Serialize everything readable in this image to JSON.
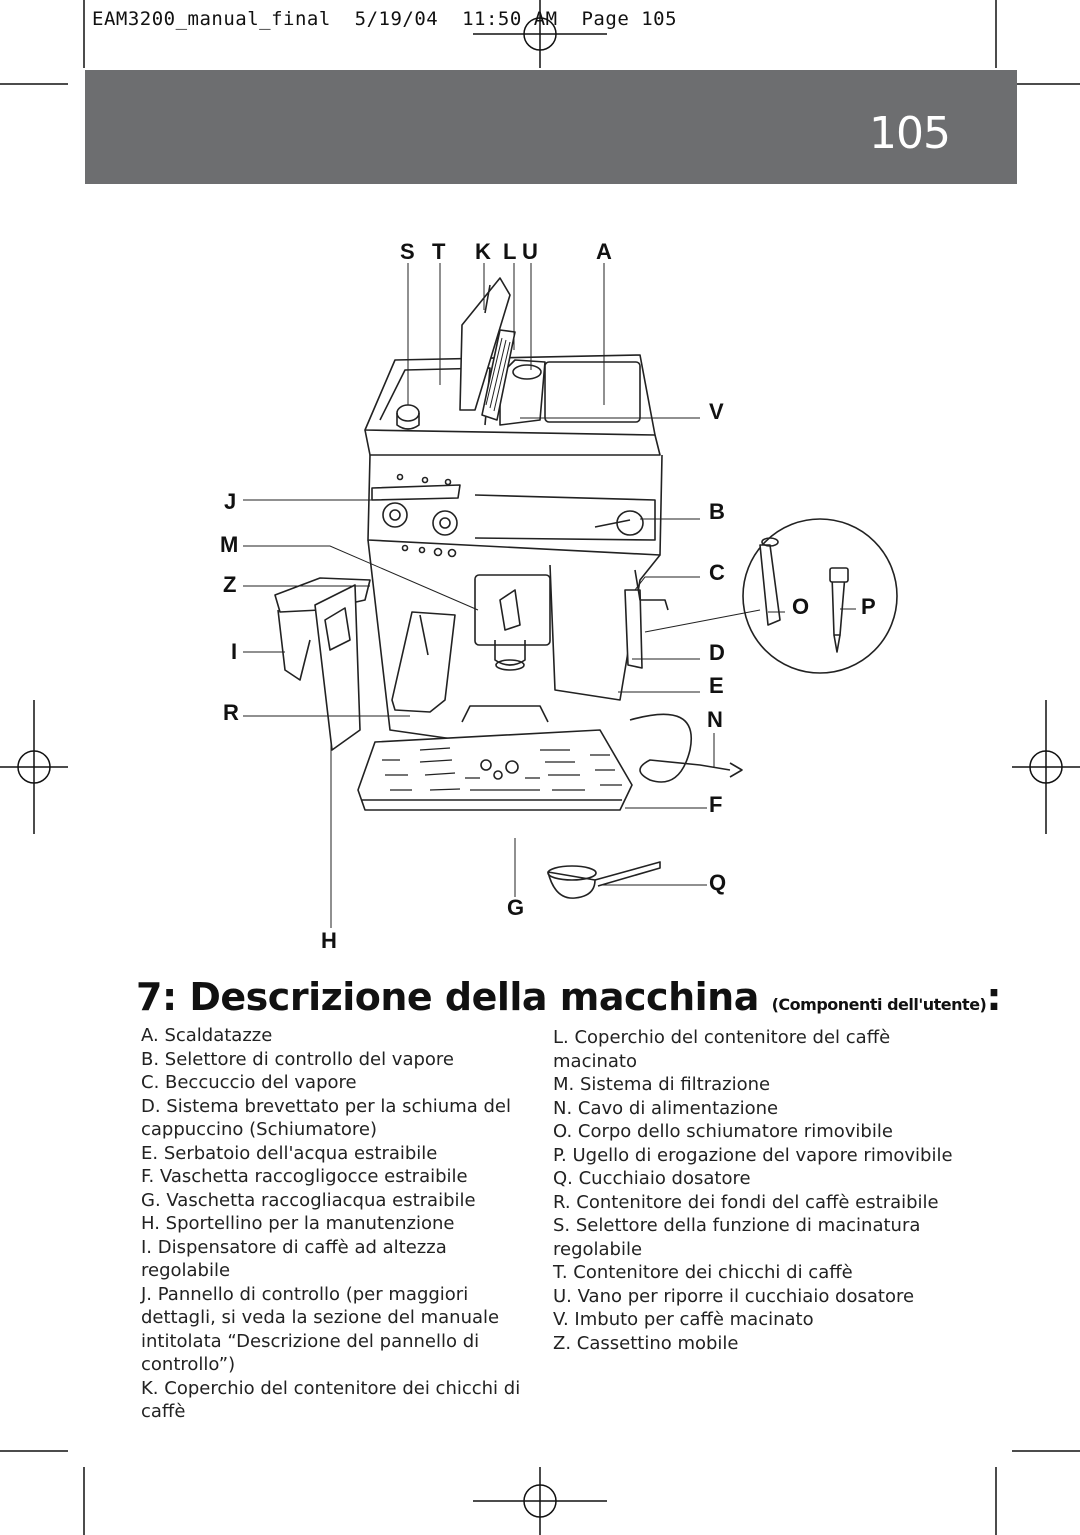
{
  "header": {
    "print_slug": "EAM3200_manual_final  5/19/04  11:50 AM  Page 105",
    "page_number": "105"
  },
  "diagram": {
    "callouts": {
      "S": "S",
      "T": "T",
      "K": "K",
      "L": "L",
      "U": "U",
      "A": "A",
      "V": "V",
      "J": "J",
      "B": "B",
      "M": "M",
      "C": "C",
      "Z": "Z",
      "O": "O",
      "P": "P",
      "I": "I",
      "D": "D",
      "E": "E",
      "R": "R",
      "N": "N",
      "F": "F",
      "Q": "Q",
      "G": "G",
      "H": "H"
    }
  },
  "section": {
    "title": "7: Descrizione della macchina",
    "subtitle": "(Componenti dell'utente)",
    "colon": ":"
  },
  "components_left": [
    "A. Scaldatazze",
    "B. Selettore di controllo del vapore",
    "C. Beccuccio del vapore",
    "D. Sistema brevettato per la schiuma del cappuccino (Schiumatore)",
    "E. Serbatoio dell'acqua estraibile",
    "F. Vaschetta raccogligocce estraibile",
    "G. Vaschetta raccogliacqua estraibile",
    "H. Sportellino per la manutenzione",
    "I. Dispensatore di caffè ad altezza regolabile",
    "J. Pannello di controllo (per maggiori dettagli, si veda la sezione del manuale intitolata “Descrizione del pannello di controllo”)",
    "K. Coperchio del contenitore dei chicchi di caffè"
  ],
  "components_right": [
    "L. Coperchio del contenitore del caffè macinato",
    "M. Sistema di filtrazione",
    "N. Cavo di alimentazione",
    "O. Corpo dello schiumatore rimovibile",
    "P. Ugello di erogazione del vapore rimovibile",
    "Q. Cucchiaio dosatore",
    "R. Contenitore dei fondi del caffè estraibile",
    "S. Selettore della funzione di macinatura regolabile",
    "T. Contenitore dei chicchi di caffè",
    "U. Vano per riporre il cucchiaio dosatore",
    "V. Imbuto per caffè macinato",
    "Z. Cassettino mobile"
  ]
}
